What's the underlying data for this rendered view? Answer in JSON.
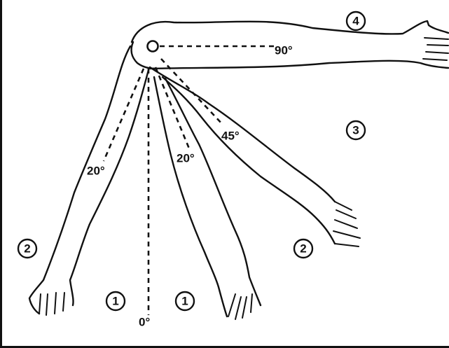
{
  "angles": {
    "horizontal": "90°",
    "oblique": "45°",
    "left_tilt": "20°",
    "right_tilt": "20°",
    "vertical": "0°"
  },
  "positions": {
    "left_lower": "1",
    "right_lower": "1",
    "left_arm": "2",
    "right_arm": "2",
    "oblique_arm": "3",
    "raised_arm": "4"
  }
}
